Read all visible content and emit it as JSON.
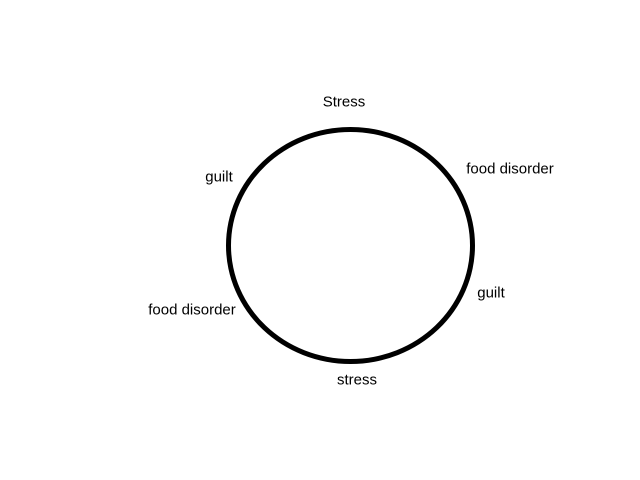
{
  "diagram": {
    "type": "cycle",
    "background_color": "#ffffff",
    "circle": {
      "stroke_color": "#000000",
      "fill": "none"
    },
    "labels": [
      {
        "position": "top",
        "text": "Stress"
      },
      {
        "position": "upper-right",
        "text": "food disorder"
      },
      {
        "position": "right",
        "text": "guilt"
      },
      {
        "position": "bottom",
        "text": "stress"
      },
      {
        "position": "lower-left",
        "text": "food disorder"
      },
      {
        "position": "upper-left",
        "text": "guilt"
      }
    ]
  }
}
